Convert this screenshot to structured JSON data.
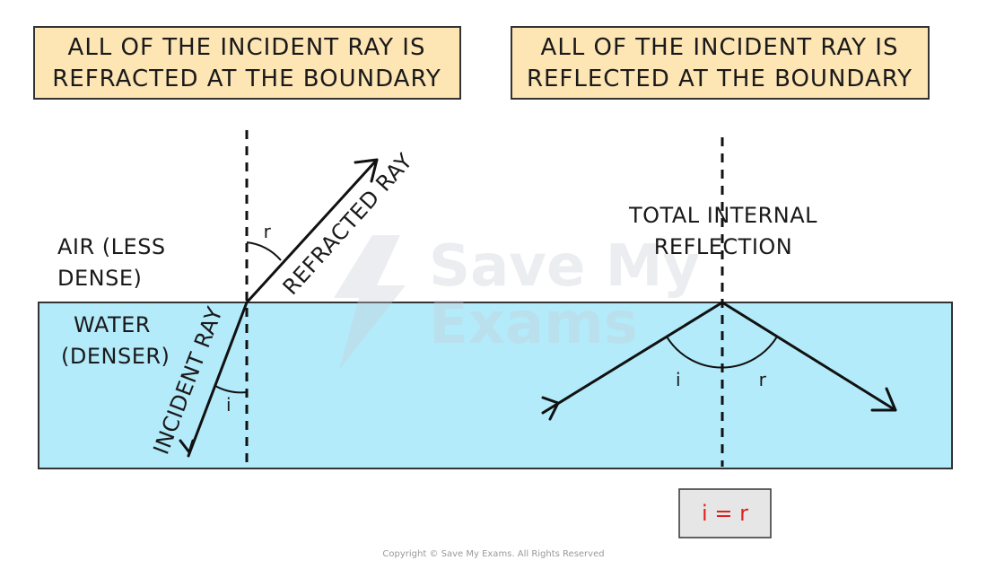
{
  "left_box": {
    "line1": "ALL OF THE INCIDENT RAY IS",
    "line2": "REFRACTED AT THE BOUNDARY"
  },
  "right_box": {
    "line1": "ALL OF THE INCIDENT RAY IS",
    "line2": "REFLECTED AT THE BOUNDARY"
  },
  "air_label": {
    "line1": "AIR (LESS",
    "line2": "DENSE)"
  },
  "water_label": {
    "line1": "WATER",
    "line2": "(DENSER)"
  },
  "refracted_ray_label": "REFRACTED RAY",
  "incident_ray_label": "INCIDENT RAY",
  "angle_r_left": "r",
  "angle_i_left": "i",
  "tir_label": {
    "line1": "TOTAL INTERNAL",
    "line2": "REFLECTION"
  },
  "angle_i_right": "i",
  "angle_r_right": "r",
  "equation": "i = r",
  "watermark": {
    "line1": "Save My",
    "line2": "Exams"
  },
  "copyright": "Copyright © Save My Exams. All Rights Reserved",
  "colors": {
    "box_fill": "#fde5b4",
    "water_fill": "#b3ebfa",
    "eq_box_fill": "#e6e6e6",
    "eq_text": "#e02020"
  }
}
